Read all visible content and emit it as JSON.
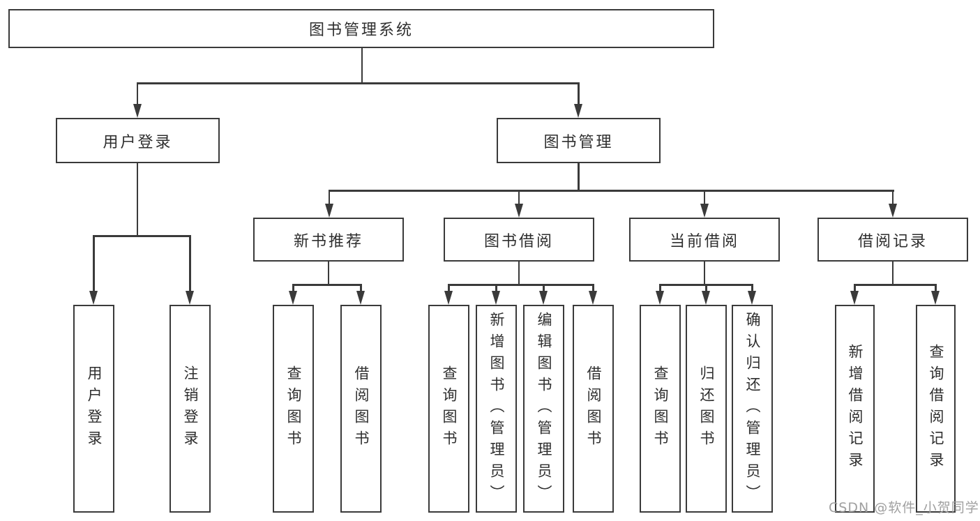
{
  "diagram": {
    "root": {
      "label": "图书管理系统"
    },
    "level2": [
      {
        "label": "用户登录"
      },
      {
        "label": "图书管理"
      }
    ],
    "level3": [
      {
        "label": "新书推荐",
        "parent": "图书管理"
      },
      {
        "label": "图书借阅",
        "parent": "图书管理"
      },
      {
        "label": "当前借阅",
        "parent": "图书管理"
      },
      {
        "label": "借阅记录",
        "parent": "图书管理"
      }
    ],
    "leaves": [
      {
        "label": "用户登录",
        "parent": "用户登录"
      },
      {
        "label": "注销登录",
        "parent": "用户登录"
      },
      {
        "label": "查询图书",
        "parent": "新书推荐"
      },
      {
        "label": "借阅图书",
        "parent": "新书推荐"
      },
      {
        "label": "查询图书",
        "parent": "图书借阅"
      },
      {
        "label": "新增图书（管理员）",
        "parent": "图书借阅"
      },
      {
        "label": "编辑图书（管理员）",
        "parent": "图书借阅"
      },
      {
        "label": "借阅图书",
        "parent": "图书借阅"
      },
      {
        "label": "查询图书",
        "parent": "当前借阅"
      },
      {
        "label": "归还图书",
        "parent": "当前借阅"
      },
      {
        "label": "确认归还（管理员）",
        "parent": "当前借阅"
      },
      {
        "label": "新增借阅记录",
        "parent": "借阅记录"
      },
      {
        "label": "查询借阅记录",
        "parent": "借阅记录"
      }
    ]
  },
  "watermark": "CSDN @软件_小贺同学",
  "colors": {
    "line": "#3a3a3a",
    "text": "#2e2e2e",
    "background": "#ffffff",
    "watermark": "#a0a0a0"
  }
}
